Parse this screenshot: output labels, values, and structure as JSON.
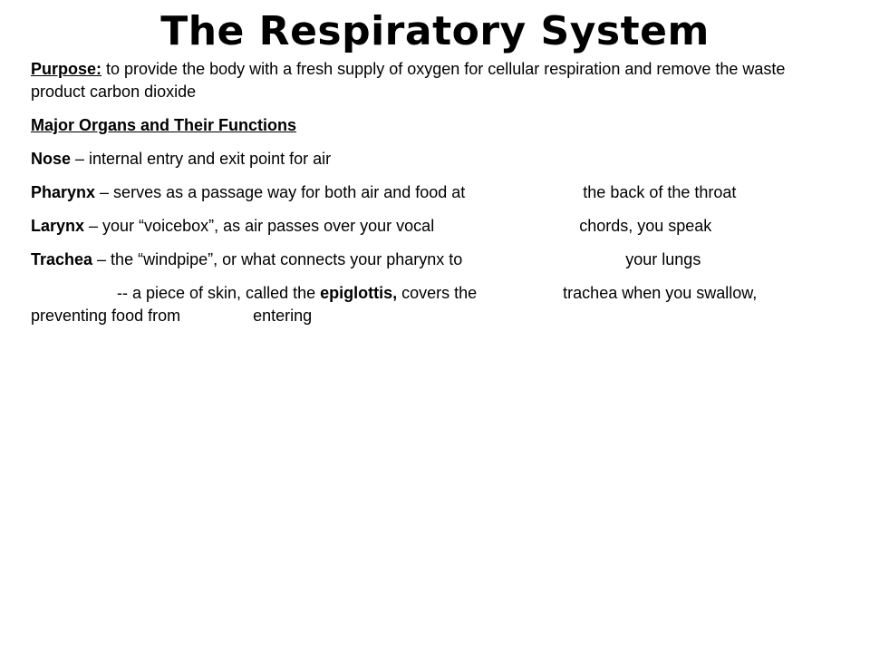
{
  "title": "The Respiratory System",
  "purpose": {
    "label": "Purpose:",
    "text": " to provide the body with a fresh supply of oxygen for cellular respiration and remove the waste product carbon dioxide"
  },
  "section_heading": "Major Organs and Their Functions",
  "organs": [
    {
      "name": "Nose",
      "text_a": " – internal entry and exit point for air",
      "text_b": ""
    },
    {
      "name": "Pharynx",
      "text_a": " – serves as a passage way for both air and food at",
      "text_b": "the back of the throat"
    },
    {
      "name": "Larynx",
      "text_a": " – your “voicebox”, as air passes over your vocal",
      "text_b": "chords, you speak"
    },
    {
      "name": "Trachea",
      "text_a": " – the “windpipe”, or what connects your pharynx to",
      "text_b": "your lungs"
    }
  ],
  "epiglottis_note": {
    "lead": "-- a piece of skin, called the ",
    "term": "epiglottis,",
    "middle": " covers the",
    "tail1": "trachea when you swallow, preventing food from",
    "tail2": "entering"
  }
}
